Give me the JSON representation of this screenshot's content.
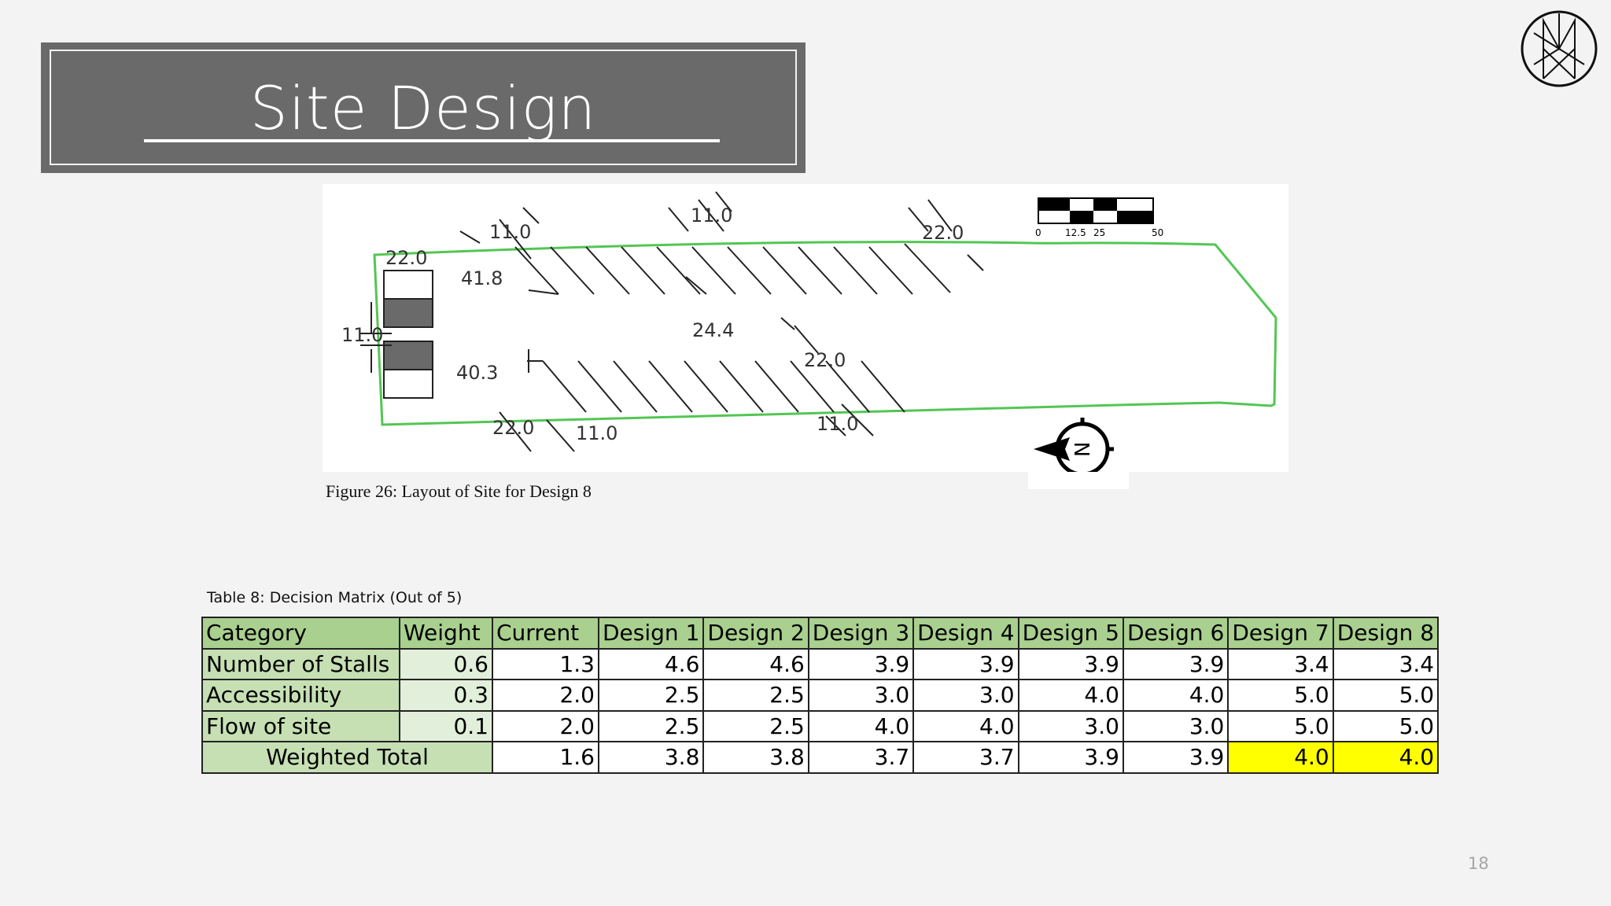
{
  "slide": {
    "title": "Site Design",
    "page_number": "18"
  },
  "figure": {
    "caption": "Figure 26: Layout of Site for Design 8",
    "dimensions": {
      "top_stall_width": "11.0",
      "top_stall_width_2": "11.0",
      "top_right_depth": "22.0",
      "left_top_depth": "22.0",
      "left_row_length_top": "41.8",
      "left_stall_width": "11.0",
      "aisle": "24.4",
      "right_mid_depth": "22.0",
      "left_row_length_bottom": "40.3",
      "bottom_depth": "22.0",
      "bottom_stall_width": "11.0",
      "bottom_right_width": "11.0"
    },
    "scale_bar": [
      "0",
      "12.5",
      "25",
      "50"
    ],
    "north_label": "N"
  },
  "table": {
    "caption": "Table 8: Decision Matrix (Out of 5)",
    "headers": [
      "Category",
      "Weight",
      "Current",
      "Design 1",
      "Design 2",
      "Design 3",
      "Design 4",
      "Design 5",
      "Design 6",
      "Design 7",
      "Design 8"
    ],
    "rows": [
      {
        "category": "Number of Stalls",
        "weight": "0.6",
        "values": [
          "1.3",
          "4.6",
          "4.6",
          "3.9",
          "3.9",
          "3.9",
          "3.9",
          "3.4",
          "3.4"
        ]
      },
      {
        "category": "Accessibility",
        "weight": "0.3",
        "values": [
          "2.0",
          "2.5",
          "2.5",
          "3.0",
          "3.0",
          "4.0",
          "4.0",
          "5.0",
          "5.0"
        ]
      },
      {
        "category": "Flow of site",
        "weight": "0.1",
        "values": [
          "2.0",
          "2.5",
          "2.5",
          "4.0",
          "4.0",
          "3.0",
          "3.0",
          "5.0",
          "5.0"
        ]
      }
    ],
    "total": {
      "label": "Weighted Total",
      "values": [
        "1.6",
        "3.8",
        "3.8",
        "3.7",
        "3.7",
        "3.9",
        "3.9",
        "4.0",
        "4.0"
      ]
    },
    "colors": {
      "header": "#a9d08e",
      "category": "#c6e0b4",
      "weight": "#e2efda",
      "highlight": "#ffff00"
    }
  }
}
